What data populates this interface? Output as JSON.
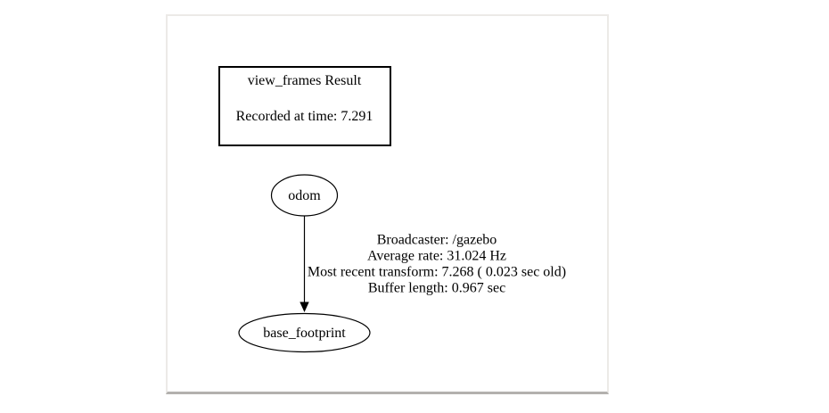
{
  "page": {
    "background": "#ffffff"
  },
  "panel": {
    "background": "#ffffff",
    "border_color": "#eceae7",
    "border_bottom_color": "#b3b1ae"
  },
  "graph": {
    "ink_color": "#000000",
    "title_box": {
      "title": "view_frames Result",
      "recorded_at": "Recorded at time: 7.291"
    },
    "nodes": {
      "parent": {
        "label": "odom"
      },
      "child": {
        "label": "base_footprint"
      }
    },
    "edge": {
      "label_lines": [
        "Broadcaster: /gazebo",
        "Average rate: 31.024 Hz",
        "Most recent transform: 7.268 ( 0.023 sec old)",
        "Buffer length: 0.967 sec"
      ]
    }
  }
}
